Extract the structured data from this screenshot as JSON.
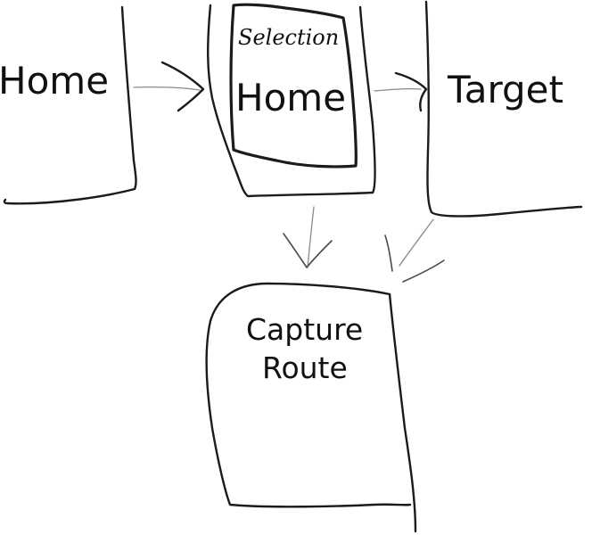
{
  "nodes": {
    "home_left": {
      "label": "Home"
    },
    "selection": {
      "title": "Selection",
      "label": "Home"
    },
    "target": {
      "label": "Target"
    },
    "capture_route": {
      "label_line1": "Capture",
      "label_line2": "Route"
    }
  },
  "edges": [
    {
      "from": "Home",
      "to": "Selection"
    },
    {
      "from": "Selection",
      "to": "Target"
    },
    {
      "from": "Selection",
      "to": "Capture Route"
    },
    {
      "from": "Target",
      "to": "Capture Route"
    }
  ]
}
